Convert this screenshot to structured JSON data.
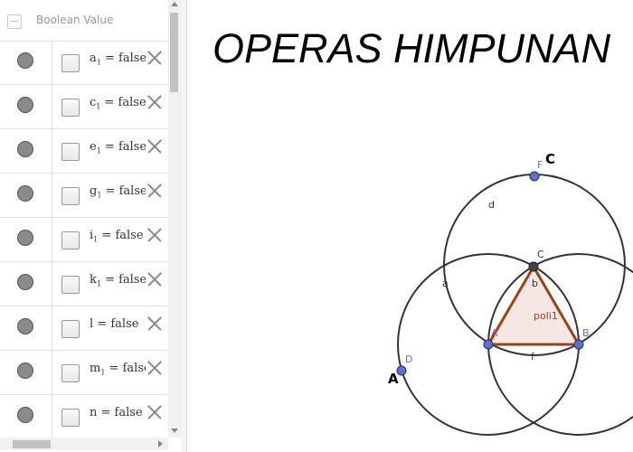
{
  "algebra": {
    "header_label": "Boolean Value",
    "rows": [
      {
        "name": "a",
        "sub": "1",
        "value": "false"
      },
      {
        "name": "c",
        "sub": "1",
        "value": "false"
      },
      {
        "name": "e",
        "sub": "1",
        "value": "false"
      },
      {
        "name": "g",
        "sub": "1",
        "value": "false"
      },
      {
        "name": "i",
        "sub": "1",
        "value": "false"
      },
      {
        "name": "k",
        "sub": "1",
        "value": "false"
      },
      {
        "name": "l",
        "sub": "",
        "value": "false"
      },
      {
        "name": "m",
        "sub": "1",
        "value": "false"
      },
      {
        "name": "n",
        "sub": "",
        "value": "false"
      }
    ]
  },
  "graphics": {
    "title": "OPERAS HIMPUNAN",
    "labels": {
      "circle_A": "A",
      "circle_C": "C",
      "point_A": "A",
      "point_B": "B",
      "point_C": "C",
      "point_D": "D",
      "point_F": "F",
      "circle_d": "d",
      "circle_a": "a",
      "segment_b": "b",
      "segment_f": "f",
      "polygon": "poli1"
    },
    "colors": {
      "point_blue": "#5b6fe3",
      "point_dark": "#444444",
      "triangle_stroke": "#a0401a",
      "triangle_fill": "#f5e3df",
      "circle_stroke": "#333333",
      "label_blue": "#6b6bd6"
    }
  }
}
